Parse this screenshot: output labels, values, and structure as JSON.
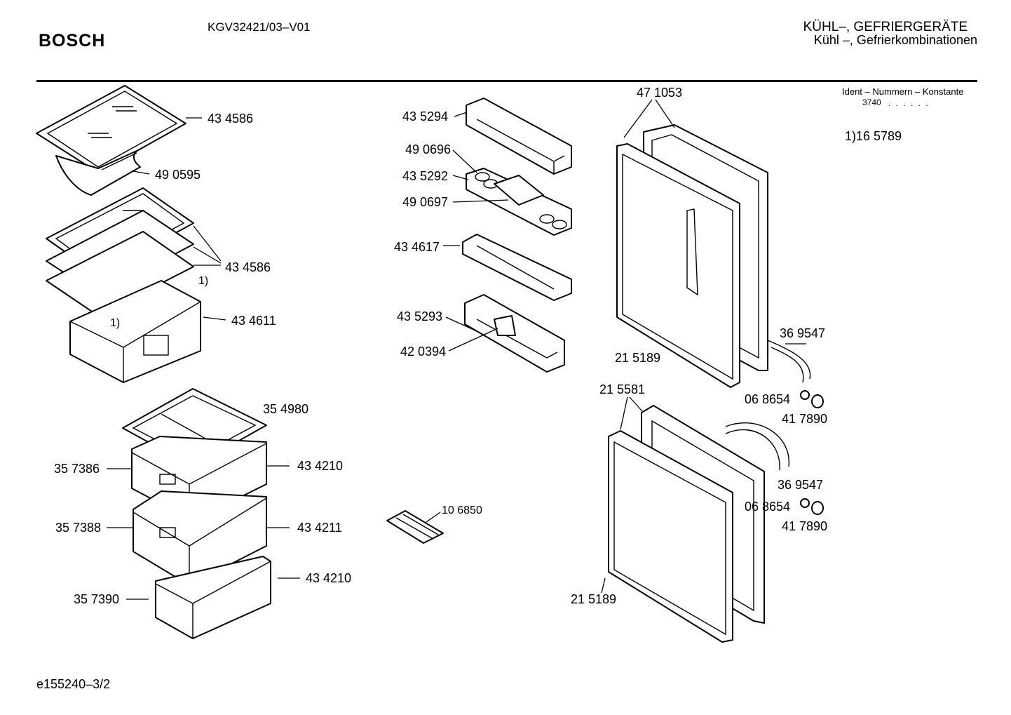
{
  "header": {
    "brand": "BOSCH",
    "model": "KGV32421/03–V01",
    "category_line1": "KÜHL–, GEFRIERGERÄTE",
    "category_line2": "Kühl –, Gefrierkombinationen"
  },
  "ident": {
    "heading": "Ident – Nummern – Konstante",
    "value": "3740",
    "dots": ". .   . . . .",
    "footnote": "1)16 5789"
  },
  "parts": [
    {
      "id": "p1",
      "label": "43 4586"
    },
    {
      "id": "p2",
      "label": "49 0595"
    },
    {
      "id": "p3",
      "label": "43 4586"
    },
    {
      "id": "p4",
      "label": "1)"
    },
    {
      "id": "p5",
      "label": "1)"
    },
    {
      "id": "p6",
      "label": "43 4611"
    },
    {
      "id": "p7",
      "label": "35 4980"
    },
    {
      "id": "p8",
      "label": "35 7386"
    },
    {
      "id": "p9",
      "label": "43 4210"
    },
    {
      "id": "p10",
      "label": "35 7388"
    },
    {
      "id": "p11",
      "label": "43 4211"
    },
    {
      "id": "p12",
      "label": "35 7390"
    },
    {
      "id": "p13",
      "label": "43 4210"
    },
    {
      "id": "p14",
      "label": "43 5294"
    },
    {
      "id": "p15",
      "label": "49 0696"
    },
    {
      "id": "p16",
      "label": "43 5292"
    },
    {
      "id": "p17",
      "label": "49 0697"
    },
    {
      "id": "p18",
      "label": "43 4617"
    },
    {
      "id": "p19",
      "label": "43 5293"
    },
    {
      "id": "p20",
      "label": "42 0394"
    },
    {
      "id": "p21",
      "label": "10 6850"
    },
    {
      "id": "p22",
      "label": "47 1053"
    },
    {
      "id": "p23",
      "label": "36 9547"
    },
    {
      "id": "p24",
      "label": "21 5189"
    },
    {
      "id": "p25",
      "label": "21 5581"
    },
    {
      "id": "p26",
      "label": "06 8654"
    },
    {
      "id": "p27",
      "label": "41 7890"
    },
    {
      "id": "p28",
      "label": "36 9547"
    },
    {
      "id": "p29",
      "label": "06 8654"
    },
    {
      "id": "p30",
      "label": "41 7890"
    },
    {
      "id": "p31",
      "label": "21 5189"
    }
  ],
  "footer": {
    "doc_id": "e155240–3/2"
  }
}
